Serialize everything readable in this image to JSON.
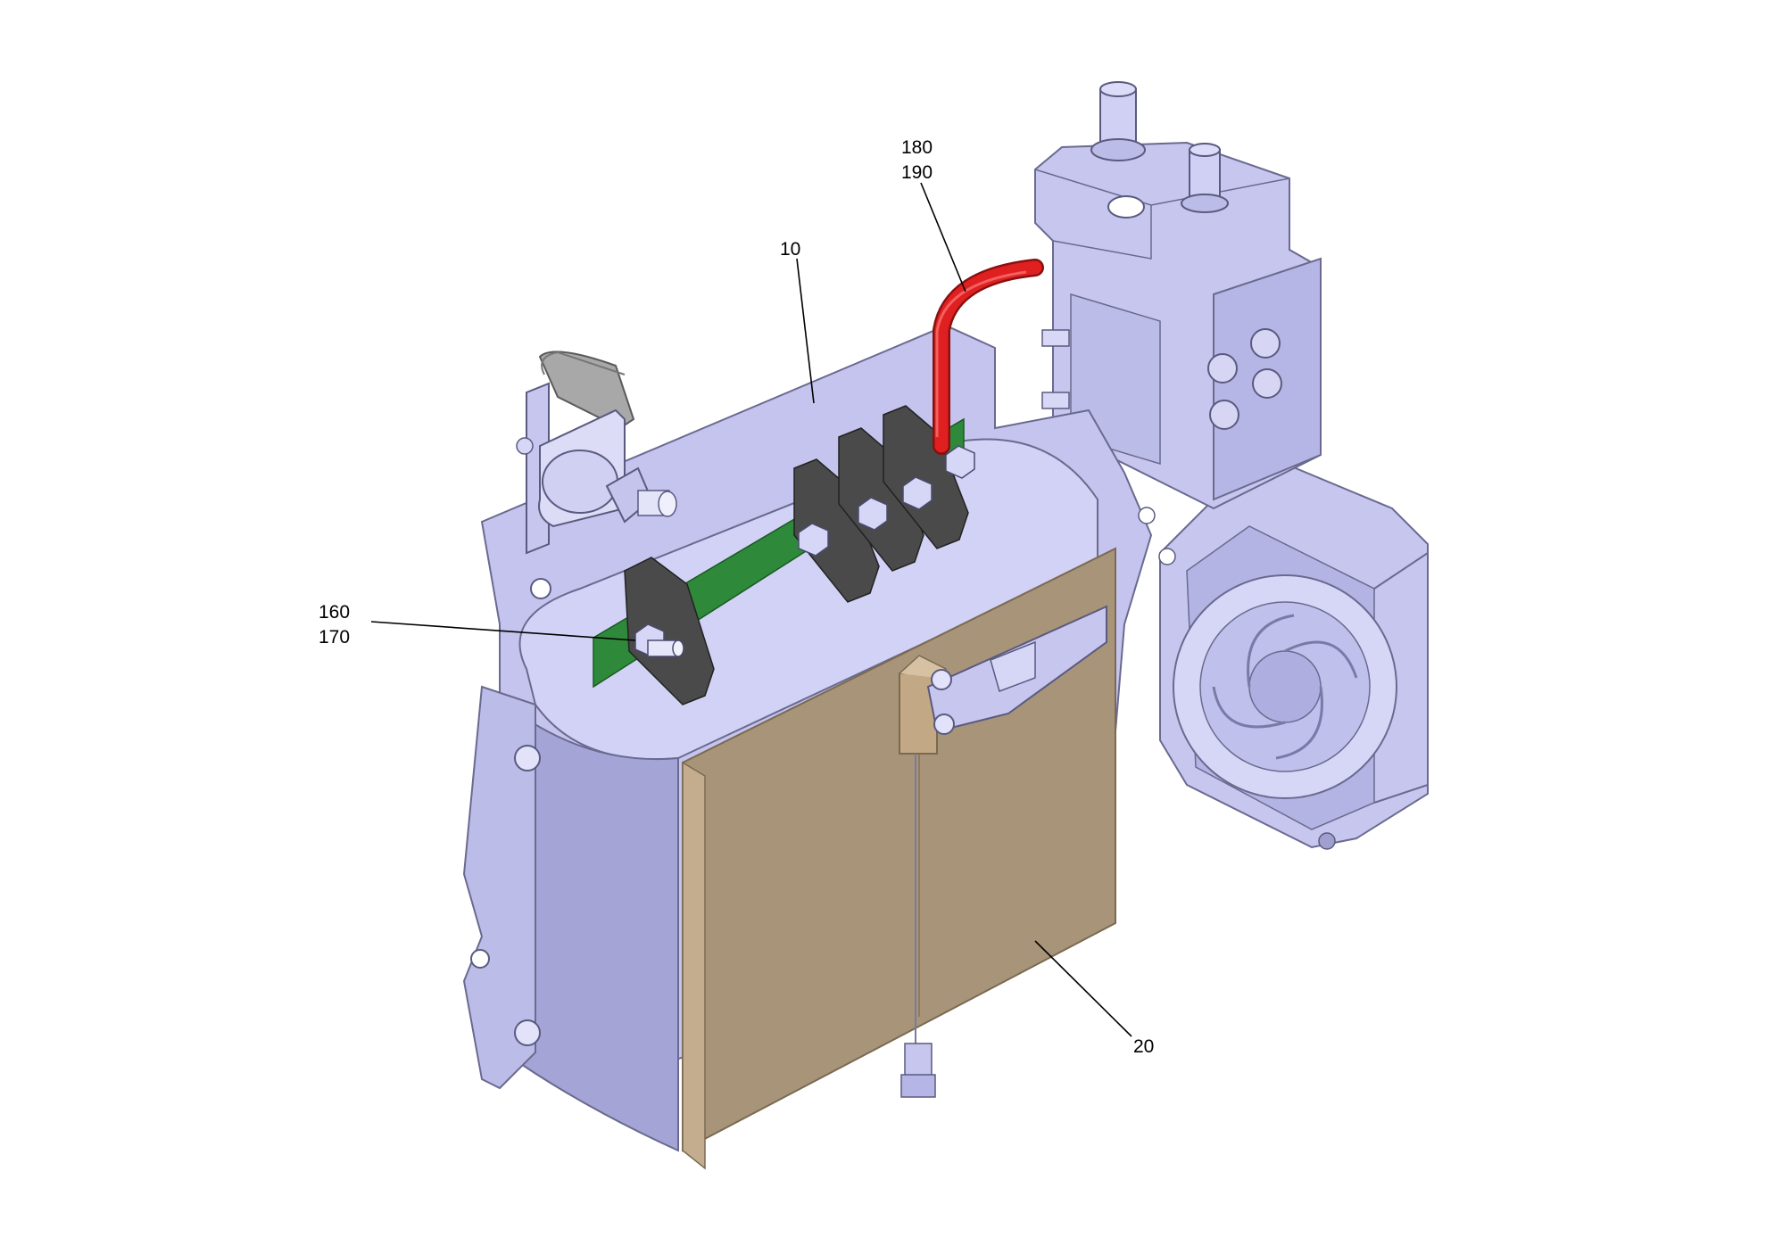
{
  "callouts": [
    {
      "id": "c10",
      "lines": [
        "10"
      ]
    },
    {
      "id": "c20",
      "lines": [
        "20"
      ]
    },
    {
      "id": "c160",
      "lines": [
        "160",
        "170"
      ]
    },
    {
      "id": "c180",
      "lines": [
        "180",
        "190"
      ]
    }
  ],
  "colors": {
    "housing": "#c4c4ee",
    "housing_shade": "#9c9cd0",
    "housing_dark": "#7e7eb0",
    "insulator": "#a89478",
    "insulator_dark": "#8e7a60",
    "pcb": "#2e8a3a",
    "bracket": "#4a4a4a",
    "cable": "#e02020",
    "outline": "#5a5a80"
  }
}
